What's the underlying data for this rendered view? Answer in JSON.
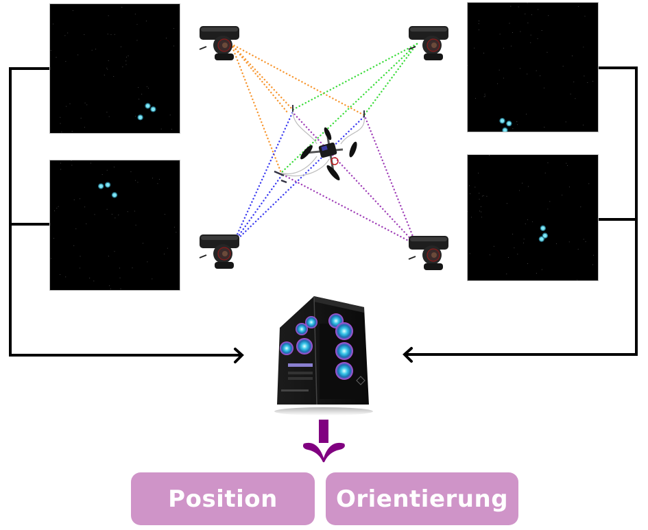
{
  "diagram": {
    "title_hidden": "",
    "camera_views": [
      {
        "id": "top-left",
        "markers_visible": 3
      },
      {
        "id": "bottom-left",
        "markers_visible": 3
      },
      {
        "id": "top-right",
        "markers_visible": 3
      },
      {
        "id": "bottom-right",
        "markers_visible": 3
      }
    ],
    "cameras": [
      "top-left",
      "top-right",
      "bottom-left",
      "bottom-right"
    ],
    "ray_colors": {
      "top-left": "#f7962f",
      "top-right": "#3cdc3c",
      "bottom-left": "#3a3af0",
      "bottom-right": "#a040b8"
    },
    "outputs": {
      "position_label": "Position",
      "orientation_label": "Orientierung"
    },
    "colors": {
      "output_box": "#cf94c8",
      "output_arrow": "#800080",
      "marker": "#7fe6f5",
      "connector": "#000000"
    }
  }
}
